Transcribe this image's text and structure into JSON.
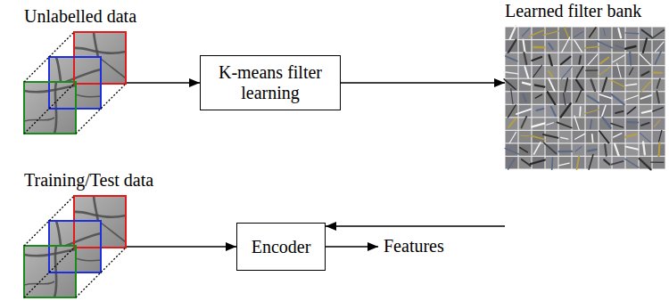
{
  "diagram": {
    "nodes": [
      {
        "text": [
          "Unlabelled data"
        ]
      },
      {
        "text": [
          "K-means filter learning"
        ]
      },
      {
        "text": [
          "Learned filter bank"
        ]
      },
      {
        "text": [
          "Training/Test data"
        ]
      },
      {
        "text": [
          "Encoder"
        ]
      }
    ],
    "edges": [
      {
        "from": 0,
        "to": 1,
        "arrow": "to"
      },
      {
        "from": 1,
        "to": 2,
        "arrow": "to"
      },
      {
        "from": 2,
        "to": 4,
        "arrow": "to"
      },
      {
        "from": 3,
        "to": 4,
        "arrow": "to"
      }
    ],
    "labels": [
      "Features"
    ]
  }
}
